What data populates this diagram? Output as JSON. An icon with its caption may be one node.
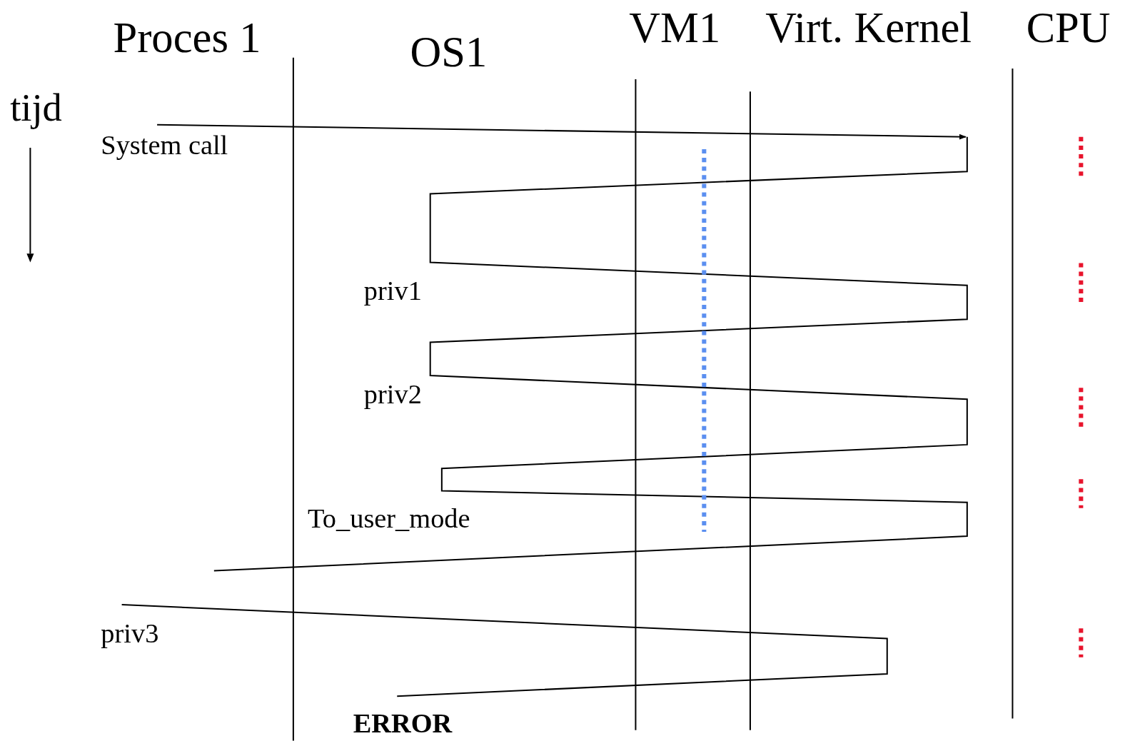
{
  "diagram": {
    "labels": [
      "Proces 1",
      "OS1",
      "VM1",
      "Virt. Kernel",
      "CPU",
      "tijd",
      "System call",
      "priv1",
      "priv2",
      "To_user_mode",
      "priv3",
      "ERROR"
    ]
  }
}
